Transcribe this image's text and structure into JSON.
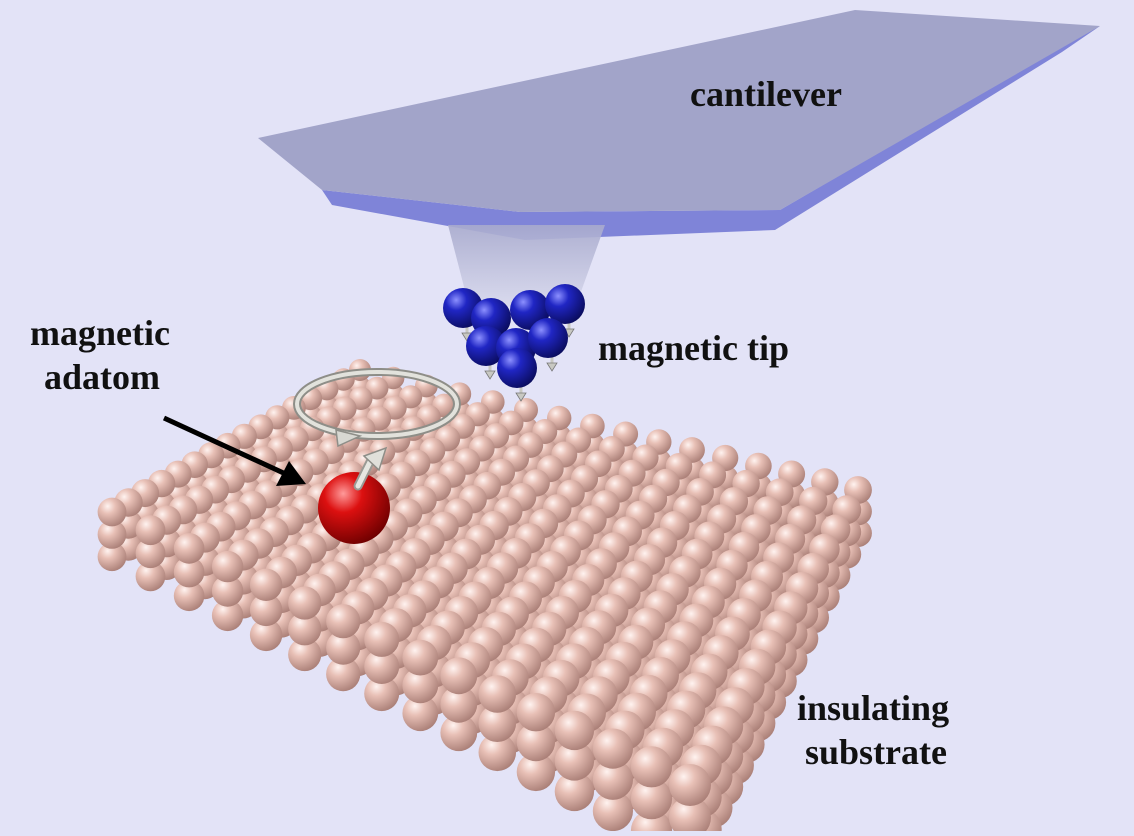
{
  "labels": {
    "cantilever": "cantilever",
    "magnetic_tip": "magnetic tip",
    "adatom": [
      "magnetic",
      "adatom"
    ],
    "substrate": [
      "insulating",
      "substrate"
    ]
  },
  "colors": {
    "background": "#e3e3f7",
    "cantilever_top": "#a0a2c8",
    "cantilever_edge": "#7c80d6",
    "tip_cone": "#b6b8d6",
    "tip_atom": "#1d22b8",
    "substrate_atom": "#e3b7ad",
    "adatom": "#d40f0f",
    "spin_arrow": "#d8d8d2",
    "pointer_arrow": "#000000"
  },
  "substrate_lattice": {
    "rows": 16,
    "columns": 16,
    "layers": 3
  },
  "tip_atom_count": 8
}
